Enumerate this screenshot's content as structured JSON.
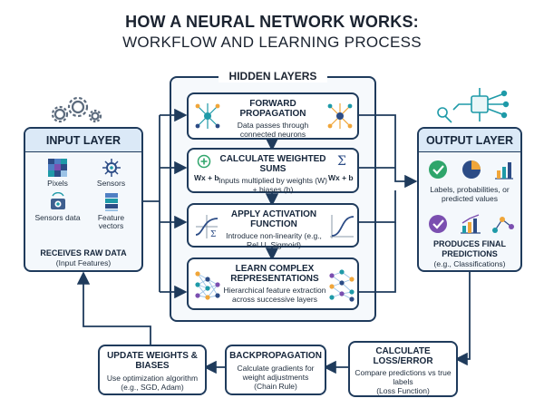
{
  "title": {
    "line1": "HOW A NEURAL NETWORK WORKS:",
    "line2": "WORKFLOW AND LEARNING PROCESS"
  },
  "hidden_layers": {
    "label": "HIDDEN LAYERS"
  },
  "input_layer": {
    "title": "INPUT LAYER",
    "items": [
      {
        "label": "Pixels",
        "icon": "pixel-grid-icon"
      },
      {
        "label": "Sensors",
        "icon": "sensor-icon"
      },
      {
        "label": "Sensors data",
        "icon": "camera-icon"
      },
      {
        "label": "Feature vectors",
        "icon": "vector-icon"
      }
    ],
    "caption_bold": "RECEIVES RAW DATA",
    "caption": "(Input Features)"
  },
  "output_layer": {
    "title": "OUTPUT LAYER",
    "description": "Labels, probabilities, or predicted values",
    "caption_bold": "PRODUCES FINAL PREDICTIONS",
    "caption": "(e.g., Classifications)"
  },
  "forward": {
    "title": "FORWARD PROPAGATION",
    "text": "Data passes through connected neurons"
  },
  "weighted": {
    "title": "CALCULATE WEIGHTED SUMS",
    "text": "Inputs multiplied by weights (W) + biases (b)",
    "formula_left": "Wx + b",
    "formula_right": "Wx + b"
  },
  "activation": {
    "title": "APPLY ACTIVATION FUNCTION",
    "text": "Introduce non-linearity (e.g., ReLU, Sigmoid)"
  },
  "learn": {
    "title": "LEARN COMPLEX REPRESENTATIONS",
    "text": "Hierarchical feature extraction across successive layers"
  },
  "update": {
    "title": "UPDATE WEIGHTS & BIASES",
    "text": "Use optimization algorithm (e.g., SGD, Adam)"
  },
  "backprop": {
    "title": "BACKPROPAGATION",
    "text": "Calculate gradients for weight adjustments",
    "note": "(Chain Rule)"
  },
  "loss": {
    "title": "CALCULATE LOSS/ERROR",
    "text": "Compare predictions vs true labels",
    "note": "(Loss Function)"
  },
  "colors": {
    "frame": "#1f3b5c",
    "teal": "#1e9aa8",
    "orange": "#f0a63a",
    "purple": "#7b4fb0",
    "green": "#2fa56b"
  }
}
